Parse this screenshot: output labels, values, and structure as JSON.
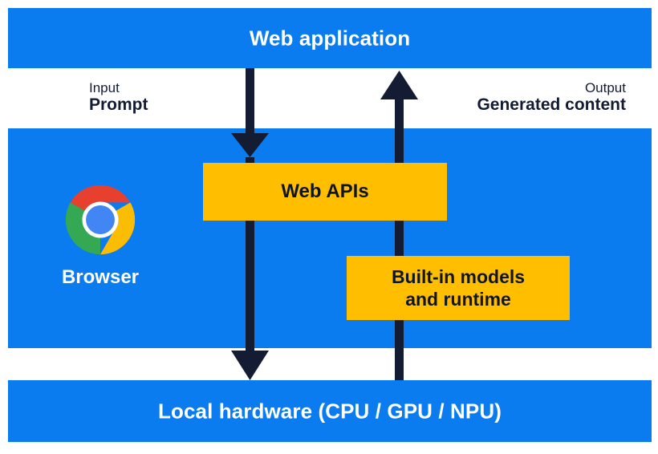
{
  "diagram": {
    "title_layers": {
      "top": "Web application",
      "bottom": "Local hardware (CPU / GPU / NPU)"
    },
    "io": {
      "input": {
        "kind": "Input",
        "value": "Prompt"
      },
      "output": {
        "kind": "Output",
        "value": "Generated content"
      }
    },
    "boxes": {
      "web_apis": "Web APIs",
      "builtin_line1": "Built-in models",
      "builtin_line2": "and runtime"
    },
    "browser": {
      "label": "Browser",
      "icon": "chrome-logo-icon"
    },
    "arrows": {
      "down_label": "input-flow-arrow",
      "up_label": "output-flow-arrow"
    },
    "colors": {
      "band_blue": "#0b7bf0",
      "box_yellow": "#ffbe00",
      "arrow_navy": "#131c33",
      "text_dark": "#131c33",
      "text_light": "#ffffff",
      "chrome_red": "#e8402f",
      "chrome_yellow": "#fbbc04",
      "chrome_green": "#34a853",
      "chrome_blue": "#4285f4",
      "background": "#ffffff"
    }
  }
}
